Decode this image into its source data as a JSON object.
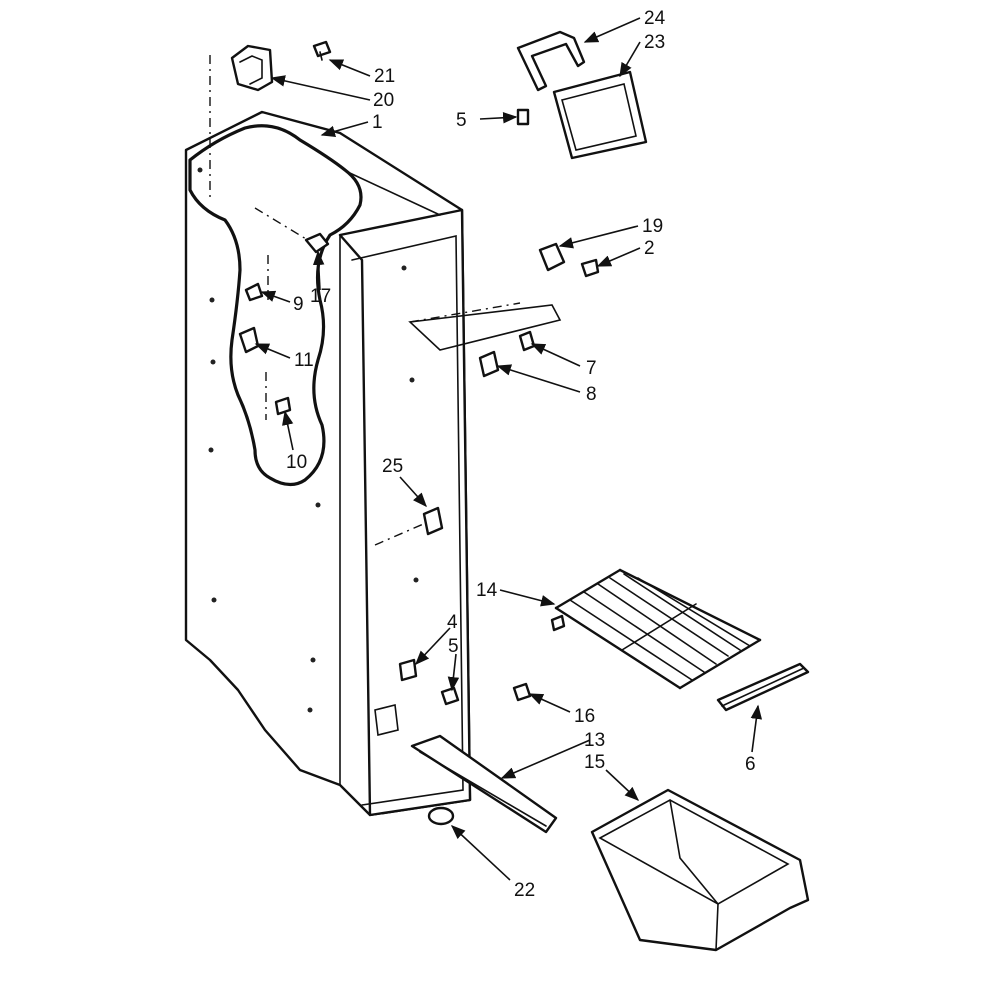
{
  "callouts": [
    {
      "id": "c1",
      "text": "1"
    },
    {
      "id": "c2",
      "text": "2"
    },
    {
      "id": "c4",
      "text": "4"
    },
    {
      "id": "c5a",
      "text": "5"
    },
    {
      "id": "c5b",
      "text": "5"
    },
    {
      "id": "c6",
      "text": "6"
    },
    {
      "id": "c7",
      "text": "7"
    },
    {
      "id": "c8",
      "text": "8"
    },
    {
      "id": "c9",
      "text": "9"
    },
    {
      "id": "c10",
      "text": "10"
    },
    {
      "id": "c11",
      "text": "11"
    },
    {
      "id": "c13",
      "text": "13"
    },
    {
      "id": "c14",
      "text": "14"
    },
    {
      "id": "c15",
      "text": "15"
    },
    {
      "id": "c16",
      "text": "16"
    },
    {
      "id": "c17",
      "text": "17"
    },
    {
      "id": "c19",
      "text": "19"
    },
    {
      "id": "c20",
      "text": "20"
    },
    {
      "id": "c21",
      "text": "21"
    },
    {
      "id": "c22",
      "text": "22"
    },
    {
      "id": "c23",
      "text": "23"
    },
    {
      "id": "c24",
      "text": "24"
    },
    {
      "id": "c25",
      "text": "25"
    }
  ]
}
